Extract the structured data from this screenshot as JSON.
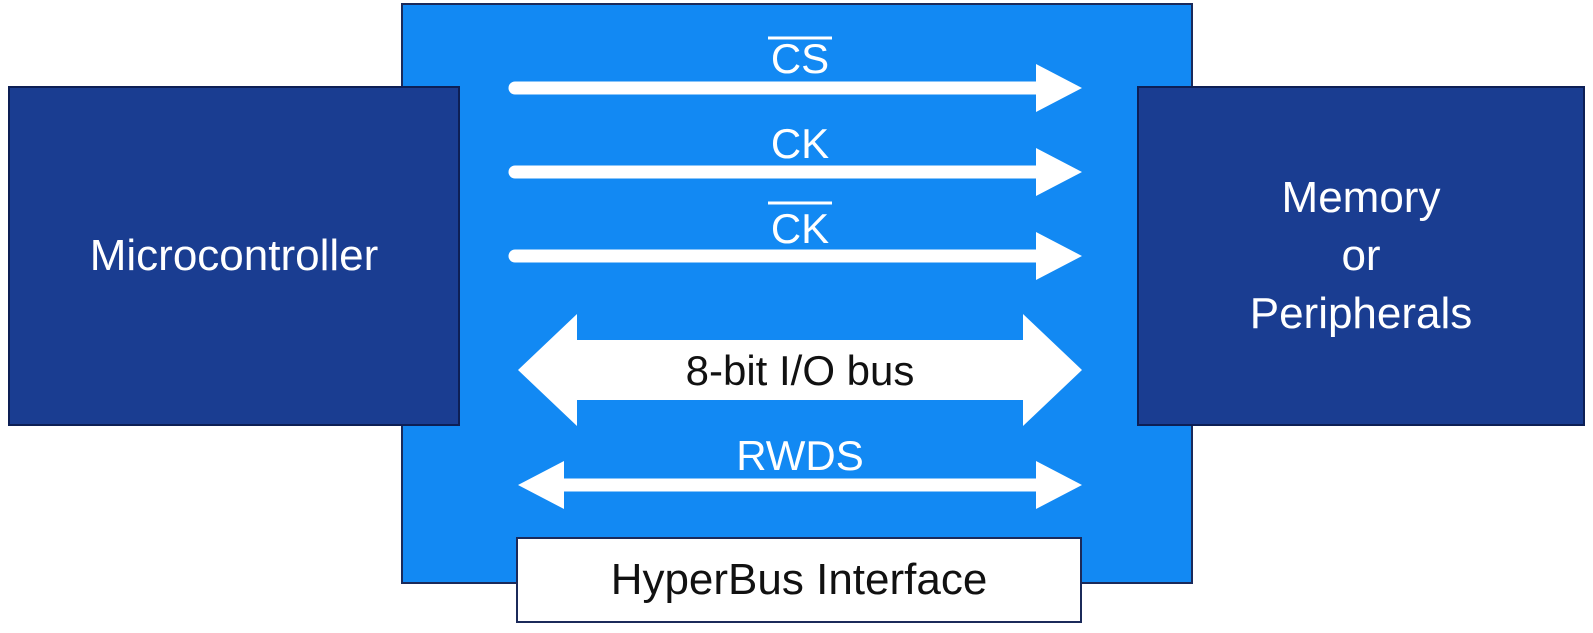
{
  "blocks": {
    "microcontroller": "Microcontroller",
    "memory": [
      "Memory",
      "or",
      "Peripherals"
    ],
    "interface": "HyperBus Interface"
  },
  "signals": {
    "cs": "CS",
    "ck": "CK",
    "ck_bar": "CK",
    "io_bus": "8-bit I/O bus",
    "rwds": "RWDS"
  },
  "colors": {
    "panel": "#1289f3",
    "blocks": "#1a3d91",
    "arrows": "#ffffff"
  }
}
